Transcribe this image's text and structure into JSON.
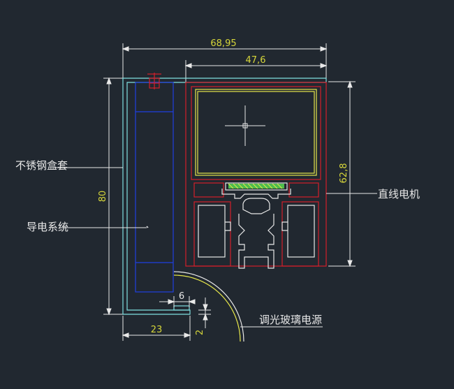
{
  "colors": {
    "background": "#212830",
    "white": "#e8e8e8",
    "cyan": "#7fe0e0",
    "blue": "#1f3fe0",
    "red": "#d41e2a",
    "yellow": "#e6e64a",
    "dimension_text": "#d6d63a",
    "green": "#4dbd4d"
  },
  "dimensions": {
    "width_total": "68,95",
    "width_inner": "47,6",
    "height_left": "80",
    "height_right": "62,8",
    "gap_bottom": "6",
    "thickness": "2",
    "offset_bottom": "23"
  },
  "labels": {
    "stainless_box": "不锈钢盒套",
    "conductive_system": "导电系统",
    "linear_motor": "直线电机",
    "dimming_glass_power": "调光玻璃电源"
  }
}
